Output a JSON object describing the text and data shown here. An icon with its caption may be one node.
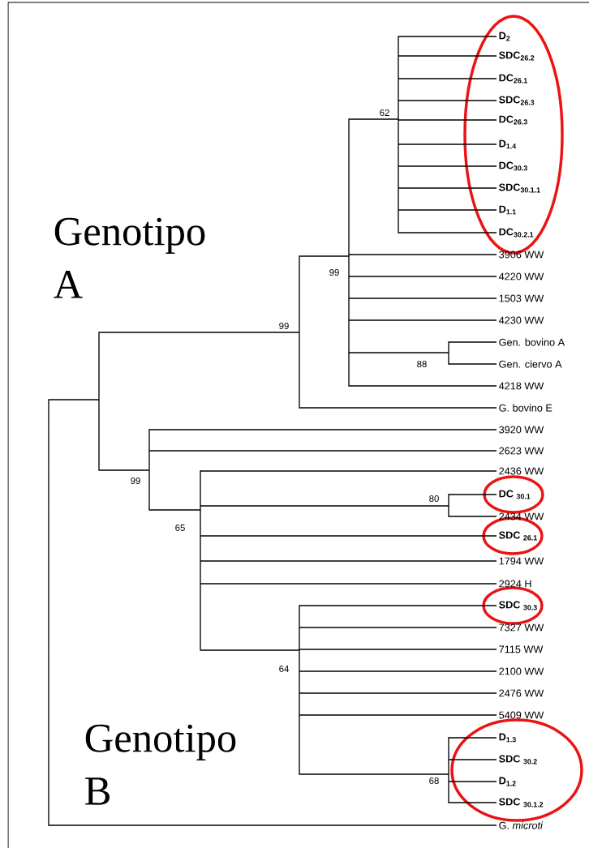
{
  "diagram": {
    "nodes": [
      {
        "text": [],
        "shape": "ellipse"
      },
      {
        "text": [
          "D$_{2}$"
        ],
        "in": 0
      },
      {
        "text": [
          "SDC$_{26.2}$"
        ],
        "in": 0
      },
      {
        "text": [
          "DC$_{26.1}$"
        ],
        "in": 0
      },
      {
        "text": [
          "SDC$_{26.3}$"
        ],
        "in": 0
      },
      {
        "text": [
          "DC$_{26.3}$"
        ],
        "in": 0
      },
      {
        "text": [
          "D$_{1.4}$"
        ],
        "in": 0
      },
      {
        "text": [
          "DC$_{30.3}$"
        ],
        "in": 0
      },
      {
        "text": [
          "SDC$_{30.1.1}$"
        ],
        "in": 0
      },
      {
        "text": [
          "D$_{1.1}$"
        ],
        "in": 0
      },
      {
        "text": [
          "DC$_{30.2.1}$"
        ],
        "in": 0
      },
      {
        "text": [
          "3906 WW"
        ]
      },
      {
        "text": [
          "4220 WW"
        ]
      },
      {
        "text": [
          "1503 WW"
        ]
      },
      {
        "text": [
          "4230 WW"
        ]
      },
      {
        "text": [
          "Gen. bovino A"
        ]
      },
      {
        "text": [
          "Gen. ciervo A"
        ]
      },
      {
        "text": [
          "4218 WW"
        ]
      },
      {
        "text": [
          "G. bovino E"
        ]
      },
      {
        "text": [
          "3920 WW"
        ]
      },
      {
        "text": [
          "2623 WW"
        ]
      },
      {
        "text": [
          "2436 WW"
        ]
      },
      {
        "text": [],
        "shape": "ellipse"
      },
      {
        "text": [
          "DC $_{30.1}$"
        ],
        "in": 22
      },
      {
        "text": [
          "2434 WW"
        ]
      },
      {
        "text": [],
        "shape": "ellipse"
      },
      {
        "text": [
          "SDC $_{26.1}$"
        ],
        "in": 25
      },
      {
        "text": [
          "1794 WW"
        ]
      },
      {
        "text": [
          "2924 H"
        ]
      },
      {
        "text": [],
        "shape": "ellipse"
      },
      {
        "text": [
          "SDC $_{30.3}$"
        ],
        "in": 29
      },
      {
        "text": [
          "7327 WW"
        ]
      },
      {
        "text": [
          "7115 WW"
        ]
      },
      {
        "text": [
          "2100 WW"
        ]
      },
      {
        "text": [
          "2476 WW"
        ]
      },
      {
        "text": [
          "5409 WW"
        ]
      },
      {
        "text": [],
        "shape": "ellipse"
      },
      {
        "text": [
          "D$_{1.3}$"
        ],
        "in": 36
      },
      {
        "text": [
          "SDC $_{30.2}$"
        ],
        "in": 36
      },
      {
        "text": [
          "D$_{1.2}$"
        ],
        "in": 36
      },
      {
        "text": [
          "SDC $_{30.1.2}$"
        ],
        "in": 36
      },
      {
        "text": [
          "G. *microti*"
        ]
      }
    ],
    "edges": [
      {
        "from": null,
        "to": 1,
        "arrow": "none"
      },
      {
        "from": null,
        "to": 2,
        "arrow": "none"
      },
      {
        "from": null,
        "to": 3,
        "arrow": "none"
      },
      {
        "from": null,
        "to": 4,
        "arrow": "none"
      },
      {
        "from": null,
        "to": 5,
        "arrow": "none"
      },
      {
        "from": null,
        "to": 6,
        "arrow": "none"
      },
      {
        "from": null,
        "to": 7,
        "arrow": "none"
      },
      {
        "from": null,
        "to": 8,
        "arrow": "none"
      },
      {
        "from": null,
        "to": 9,
        "arrow": "none"
      },
      {
        "from": null,
        "to": 10,
        "arrow": "none"
      },
      {
        "from": null,
        "to": 11,
        "arrow": "none"
      },
      {
        "from": null,
        "to": 12,
        "arrow": "none"
      },
      {
        "from": null,
        "to": 13,
        "arrow": "none"
      },
      {
        "from": null,
        "to": 14,
        "arrow": "none"
      },
      {
        "from": null,
        "to": 15,
        "arrow": "none"
      },
      {
        "from": null,
        "to": 16,
        "arrow": "none"
      },
      {
        "from": null,
        "to": 17,
        "arrow": "none"
      },
      {
        "from": null,
        "to": 18,
        "arrow": "none"
      },
      {
        "from": null,
        "to": 19,
        "arrow": "none"
      },
      {
        "from": null,
        "to": 20,
        "arrow": "none"
      },
      {
        "from": null,
        "to": 21,
        "arrow": "none"
      },
      {
        "from": null,
        "to": 23,
        "arrow": "none"
      },
      {
        "from": null,
        "to": 24,
        "arrow": "none"
      },
      {
        "from": null,
        "to": 26,
        "arrow": "none"
      },
      {
        "from": null,
        "to": 27,
        "arrow": "none"
      },
      {
        "from": null,
        "to": 28,
        "arrow": "none"
      },
      {
        "from": null,
        "to": 30,
        "arrow": "none"
      },
      {
        "from": null,
        "to": 31,
        "arrow": "none"
      },
      {
        "from": null,
        "to": 32,
        "arrow": "none"
      },
      {
        "from": null,
        "to": 33,
        "arrow": "none"
      },
      {
        "from": null,
        "to": 34,
        "arrow": "none"
      },
      {
        "from": null,
        "to": 35,
        "arrow": "none"
      },
      {
        "from": null,
        "to": 37,
        "arrow": "none"
      },
      {
        "from": null,
        "to": 38,
        "arrow": "none"
      },
      {
        "from": null,
        "to": 39,
        "arrow": "none"
      },
      {
        "from": null,
        "to": 40,
        "arrow": "none"
      },
      {
        "from": null,
        "to": 41,
        "arrow": "none"
      }
    ],
    "labels": [
      "62",
      "Genotipo A",
      "99",
      "99",
      "88",
      "99",
      "80",
      "65",
      "64",
      "Genotipo B",
      "68"
    ]
  }
}
